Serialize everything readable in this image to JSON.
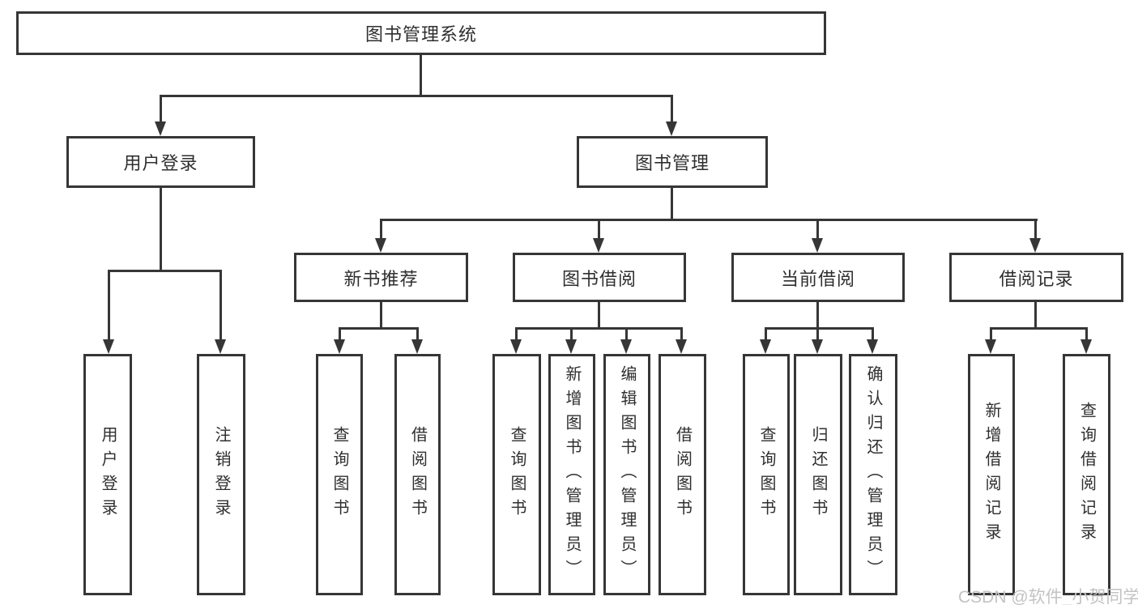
{
  "nodes": {
    "root": "图书管理系统",
    "user_login": "用户登录",
    "book_mgmt": "图书管理",
    "new_book_rec": "新书推荐",
    "book_borrow": "图书借阅",
    "current_borrow": "当前借阅",
    "borrow_records": "借阅记录",
    "leaf_user_login": "用户登录",
    "leaf_logout": "注销登录",
    "leaf_nb_query": "查询图书",
    "leaf_nb_borrow": "借阅图书",
    "leaf_bb_query": "查询图书",
    "leaf_bb_add": "新增图书（管理员）",
    "leaf_bb_edit": "编辑图书（管理员）",
    "leaf_bb_borrow": "借阅图书",
    "leaf_cb_query": "查询图书",
    "leaf_cb_return": "归还图书",
    "leaf_cb_confirm": "确认归还（管理员）",
    "leaf_br_add": "新增借阅记录",
    "leaf_br_query": "查询借阅记录"
  },
  "watermark": "CSDN @软件_小贺同学",
  "colors": {
    "line": "#363636",
    "text": "#2f2f2f",
    "box_fill": "#ffffff",
    "watermark": "#c3c3c3"
  }
}
